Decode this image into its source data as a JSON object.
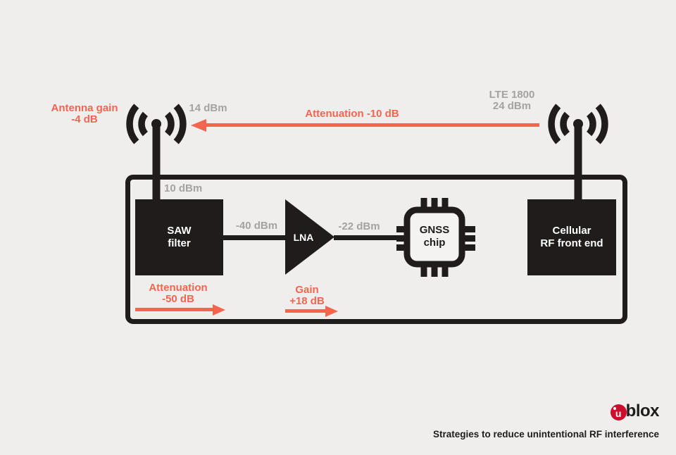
{
  "colors": {
    "bg": "#EFEEED",
    "black": "#201C1C",
    "gray": "#A5A29F",
    "red": "#F3654F",
    "logo_red": "#CE0E2D"
  },
  "annotations": {
    "antenna_gain": {
      "line1": "Antenna gain",
      "line2": "-4 dB"
    },
    "left_power": "14 dBm",
    "top_attenuation": "Attenuation -10 dB",
    "lte": {
      "line1": "LTE 1800",
      "line2": "24 dBm"
    },
    "saw_input": "10 dBm",
    "saw_output": "-40 dBm",
    "lna_output": "-22 dBm",
    "saw_attenuation": {
      "line1": "Attenuation",
      "line2": "-50 dB"
    },
    "lna_gain": {
      "line1": "Gain",
      "line2": "+18 dB"
    }
  },
  "blocks": {
    "saw": {
      "line1": "SAW",
      "line2": "filter"
    },
    "lna": {
      "label": "LNA"
    },
    "gnss": {
      "line1": "GNSS",
      "line2": "chip"
    },
    "cellular": {
      "line1": "Cellular",
      "line2": "RF front end"
    }
  },
  "footer": {
    "caption": "Strategies to reduce unintentional RF interference",
    "logo": {
      "u": "u",
      "rest": "blox"
    }
  }
}
